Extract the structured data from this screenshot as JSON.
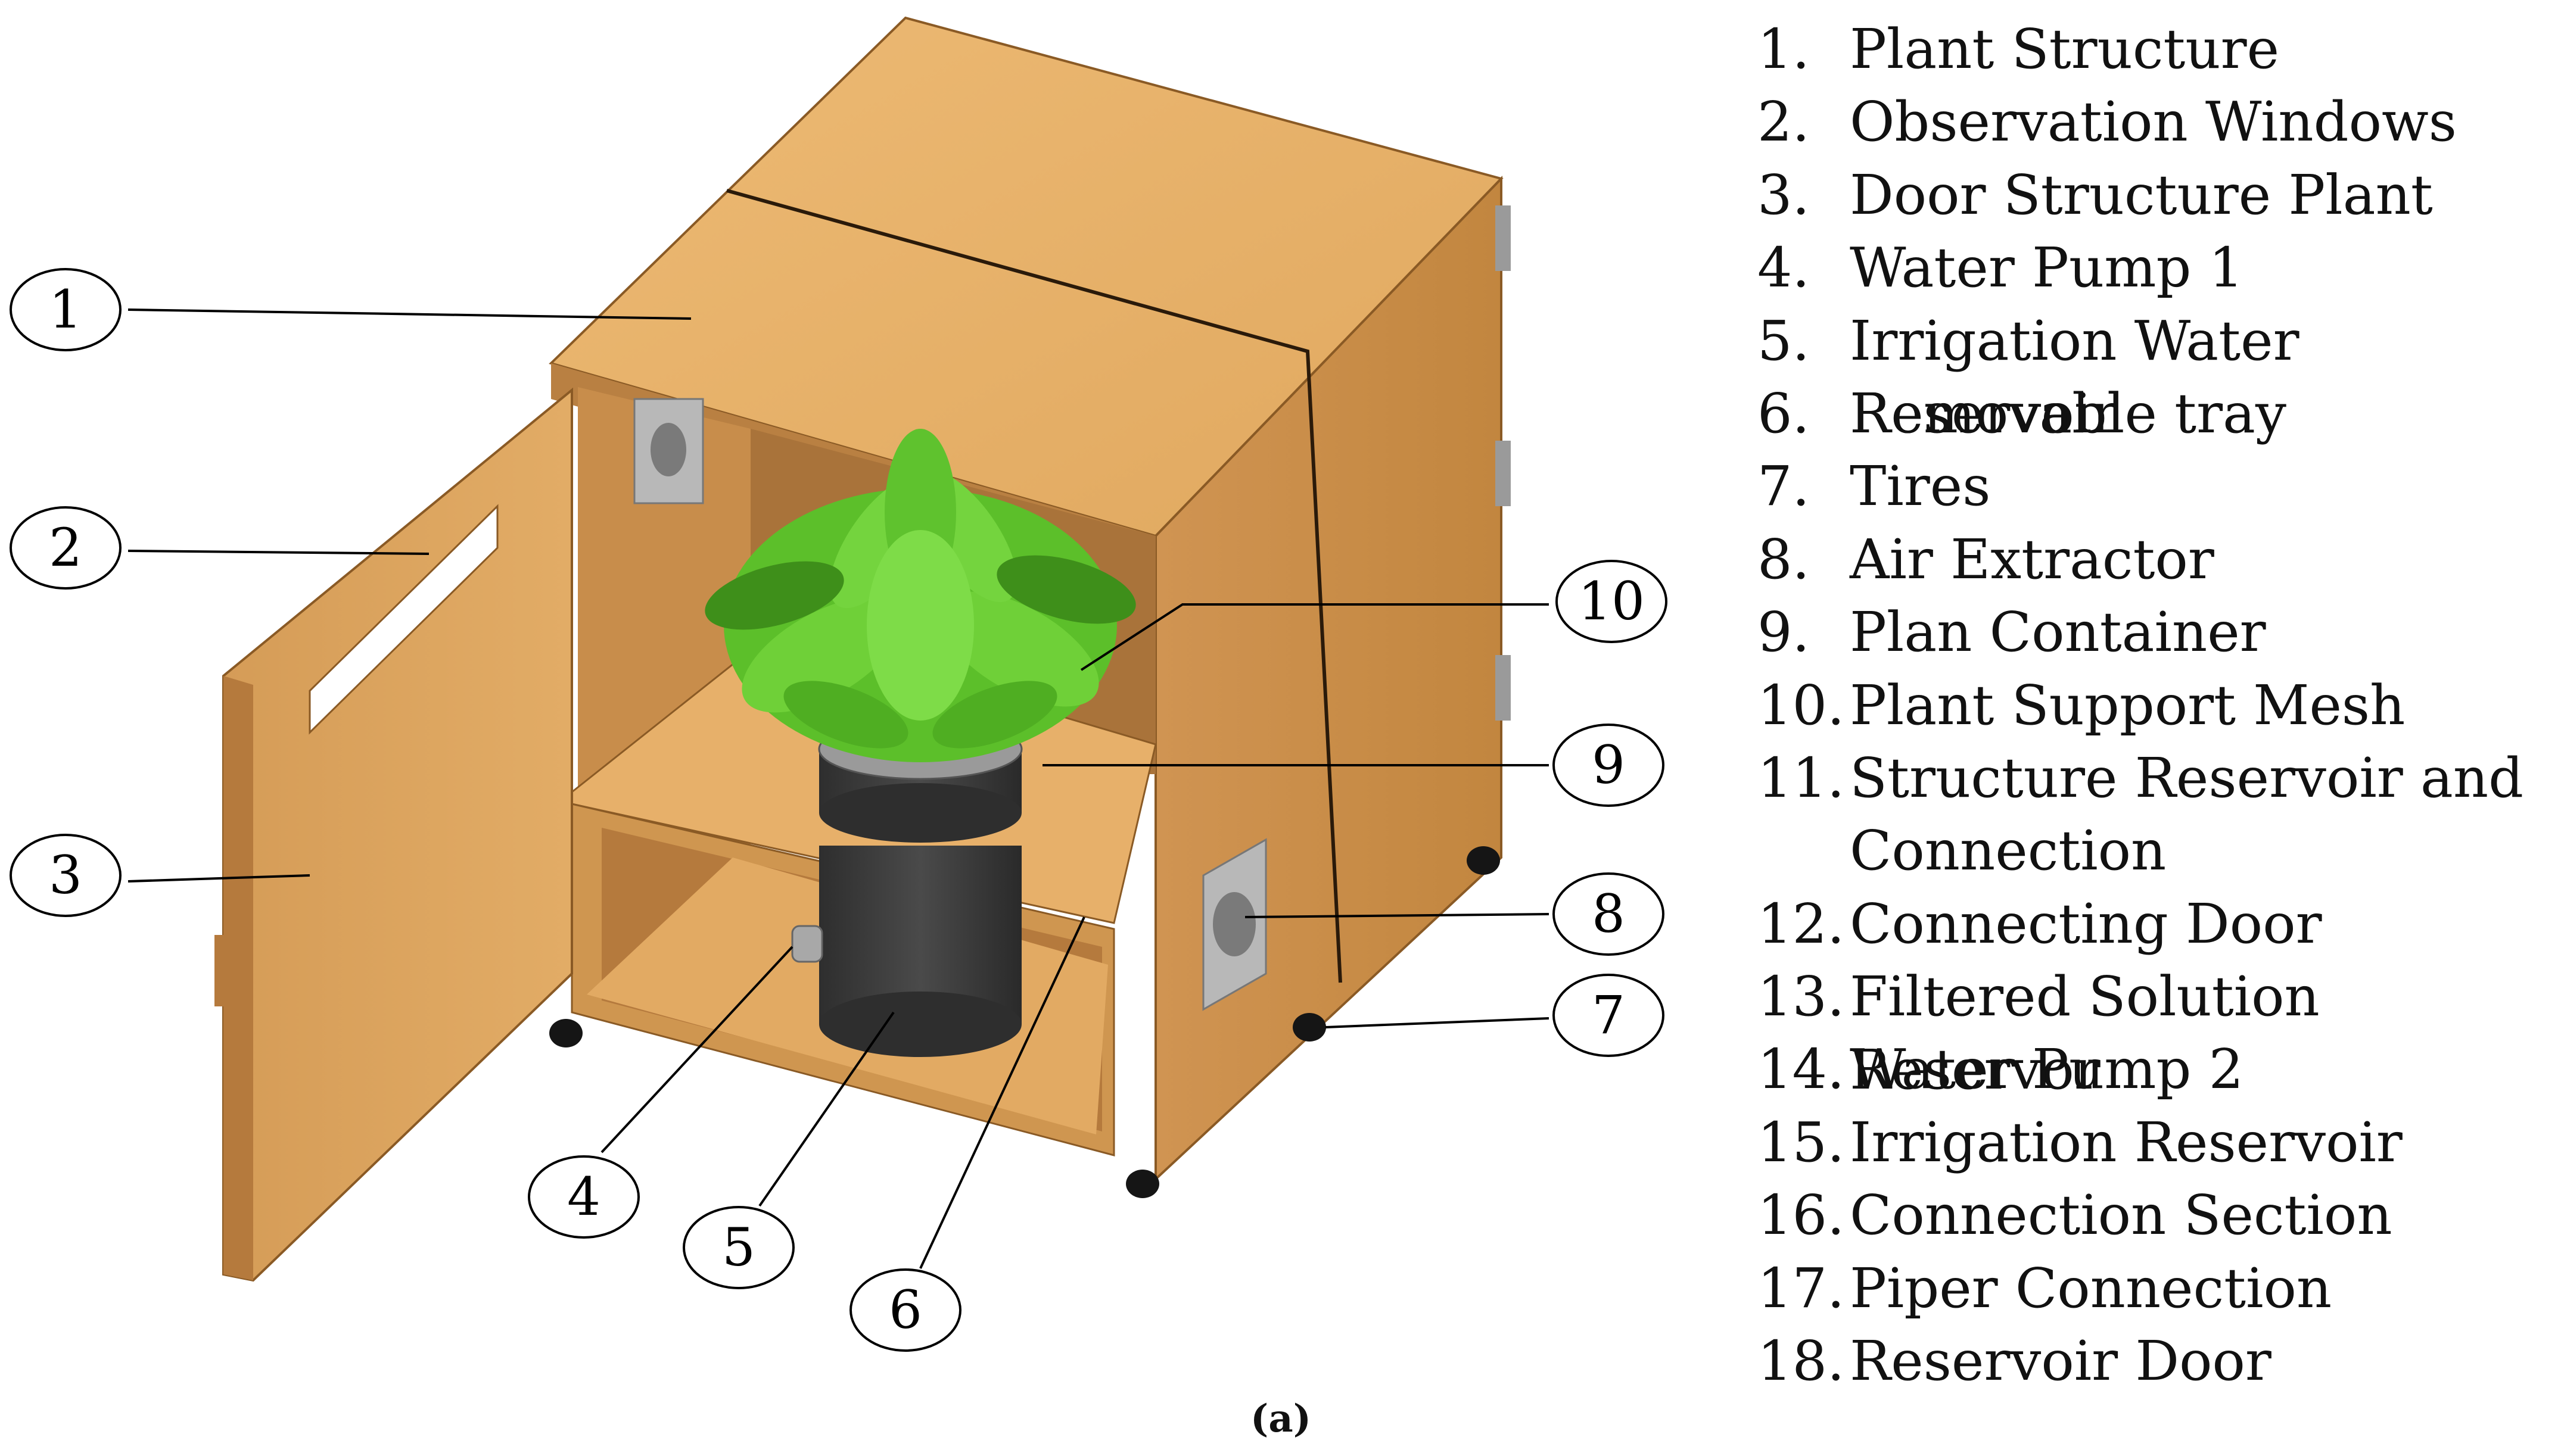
{
  "callouts": [
    {
      "number": "1",
      "target": "plant-structure"
    },
    {
      "number": "2",
      "target": "observation-window"
    },
    {
      "number": "3",
      "target": "door"
    },
    {
      "number": "4",
      "target": "water-pump"
    },
    {
      "number": "5",
      "target": "irrigation-reservoir"
    },
    {
      "number": "6",
      "target": "removable-tray"
    },
    {
      "number": "7",
      "target": "tire"
    },
    {
      "number": "8",
      "target": "air-extractor"
    },
    {
      "number": "9",
      "target": "plant-container"
    },
    {
      "number": "10",
      "target": "plant-support-mesh"
    }
  ],
  "legend": [
    {
      "num": "1.",
      "text": "Plant Structure"
    },
    {
      "num": "2.",
      "text": "Observation Windows"
    },
    {
      "num": "3.",
      "text": "Door Structure Plant"
    },
    {
      "num": "4.",
      "text": "Water Pump 1"
    },
    {
      "num": "5.",
      "text": "Irrigation Water Reservoir"
    },
    {
      "num": "6.",
      "text": "Removable tray"
    },
    {
      "num": "7.",
      "text": "Tires"
    },
    {
      "num": "8.",
      "text": "Air Extractor"
    },
    {
      "num": "9.",
      "text": "Plan Container"
    },
    {
      "num": "10.",
      "text": "Plant Support Mesh"
    },
    {
      "num": "11.",
      "text": "Structure Reservoir and Connection"
    },
    {
      "num": "12.",
      "text": "Connecting Door"
    },
    {
      "num": "13.",
      "text": "Filtered Solution Reservor"
    },
    {
      "num": "14.",
      "text": "Water Pump 2"
    },
    {
      "num": "15.",
      "text": "Irrigation Reservoir"
    },
    {
      "num": "16.",
      "text": "Connection Section"
    },
    {
      "num": "17.",
      "text": "Piper Connection"
    },
    {
      "num": "18.",
      "text": "Reservoir Door"
    }
  ],
  "caption": "(a)",
  "colors": {
    "wood_top": "#E8B26A",
    "wood_front": "#D9A15C",
    "wood_side": "#C88B47",
    "wood_dark": "#A86F33",
    "interior": "#B57A3D",
    "leaf": "#5CBF2A",
    "leaf_dark": "#3E8F1A",
    "pot": "#3A3A3A",
    "metal": "#B8B8B8"
  }
}
